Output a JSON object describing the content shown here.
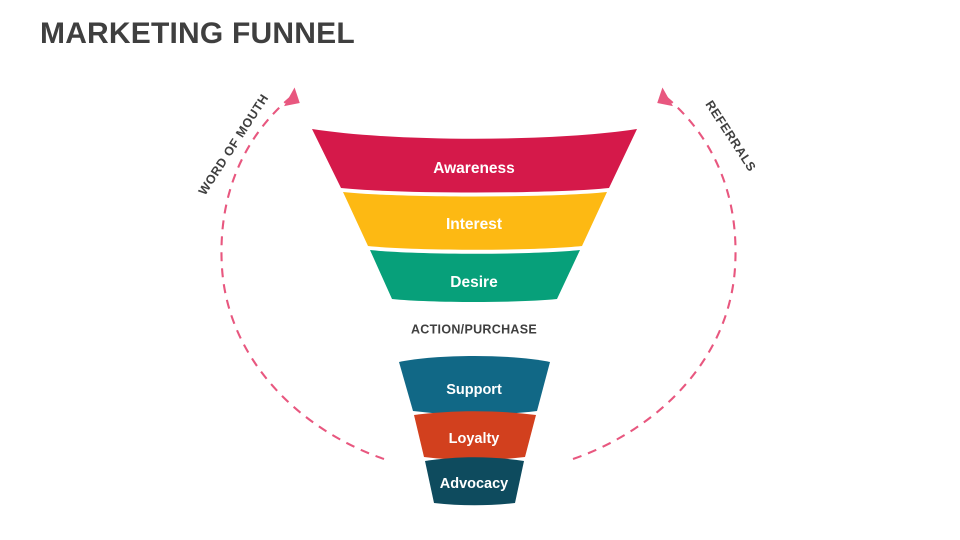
{
  "slide": {
    "title": "MARKETING FUNNEL",
    "background_color": "#FFFFFF",
    "title_color": "#3F3F3F"
  },
  "chart_data": {
    "type": "funnel",
    "title": "MARKETING FUNNEL",
    "legend": null,
    "grid": false,
    "upper_funnel_label": null,
    "middle_stage_label": "ACTION/PURCHASE",
    "segments": [
      {
        "label": "Awareness",
        "color": "#D5194A",
        "group": "upper",
        "order": 1,
        "text_color": "#FFFFFF"
      },
      {
        "label": "Interest",
        "color": "#FDB913",
        "group": "upper",
        "order": 2,
        "text_color": "#FFFFFF"
      },
      {
        "label": "Desire",
        "color": "#07A07A",
        "group": "upper",
        "order": 3,
        "text_color": "#FFFFFF"
      },
      {
        "label": "Support",
        "color": "#116886",
        "group": "lower",
        "order": 4,
        "text_color": "#FFFFFF"
      },
      {
        "label": "Loyalty",
        "color": "#D2401E",
        "group": "lower",
        "order": 5,
        "text_color": "#FFFFFF"
      },
      {
        "label": "Advocacy",
        "color": "#0E4B5E",
        "group": "lower",
        "order": 6,
        "text_color": "#FFFFFF"
      }
    ],
    "flows": [
      {
        "label": "WORD OF MOUTH",
        "side": "left",
        "color": "#E8577F",
        "style": "dashed",
        "direction": "upward"
      },
      {
        "label": "REFERRALS",
        "side": "right",
        "color": "#E8577F",
        "style": "dashed",
        "direction": "upward"
      }
    ]
  }
}
